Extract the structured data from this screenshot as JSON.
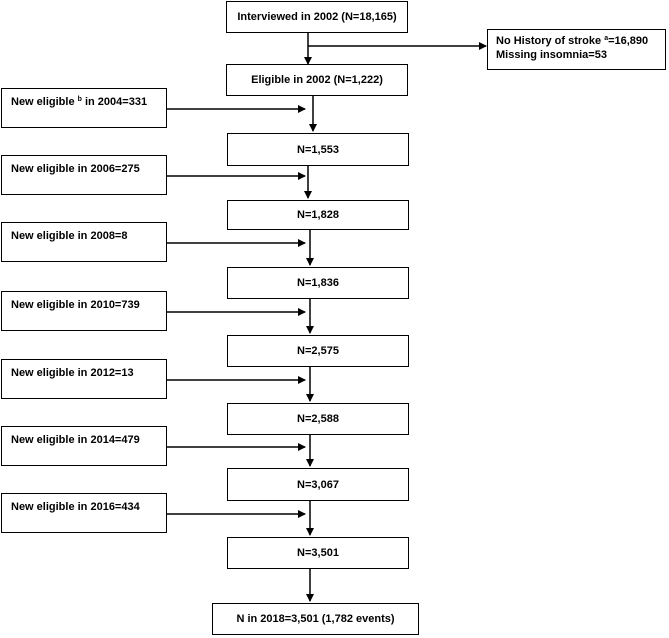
{
  "interviewed_2002": "Interviewed in 2002 (N=18,165)",
  "exclusion": {
    "line1_prefix": "No History of stroke ",
    "line1_sup": "a",
    "line1_suffix": "=16,890",
    "line2": "Missing insomnia=53"
  },
  "eligible_2002": "Eligible in 2002 (N=1,222)",
  "new_eligible": [
    {
      "prefix": "New eligible ",
      "sup": "b",
      "suffix": " in 2004=331"
    },
    {
      "prefix": "New eligible in 2006=275",
      "sup": "",
      "suffix": ""
    },
    {
      "prefix": "New eligible in 2008=8",
      "sup": "",
      "suffix": ""
    },
    {
      "prefix": "New eligible in 2010=739",
      "sup": "",
      "suffix": ""
    },
    {
      "prefix": "New eligible in 2012=13",
      "sup": "",
      "suffix": ""
    },
    {
      "prefix": "New eligible in 2014=479",
      "sup": "",
      "suffix": ""
    },
    {
      "prefix": "New eligible in 2016=434",
      "sup": "",
      "suffix": ""
    }
  ],
  "totals": [
    "N=1,553",
    "N=1,828",
    "N=1,836",
    "N=2,575",
    "N=2,588",
    "N=3,067",
    "N=3,501"
  ],
  "final": "N in 2018=3,501 (1,782 events)"
}
